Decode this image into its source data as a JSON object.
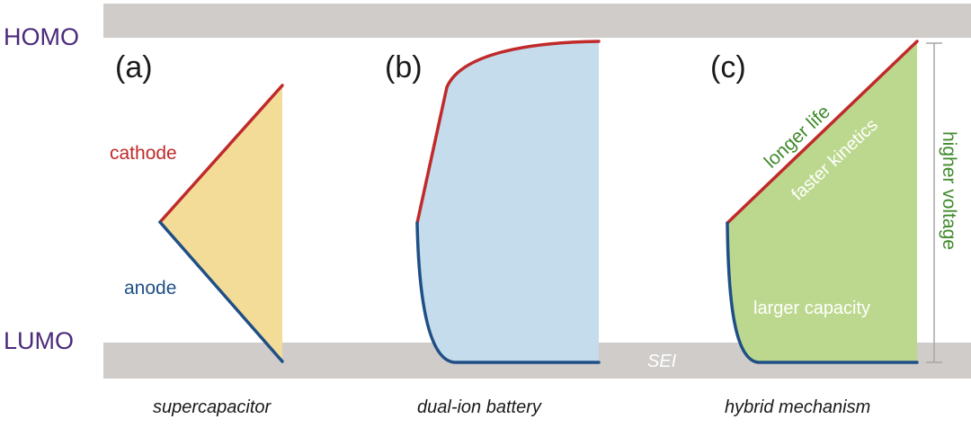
{
  "levels": {
    "homo": "HOMO",
    "lumo": "LUMO",
    "sei": "SEI"
  },
  "panels": {
    "a": {
      "tag": "(a)",
      "cathode": "cathode",
      "anode": "anode",
      "caption": "supercapacitor",
      "fill_color": "#f3dc98"
    },
    "b": {
      "tag": "(b)",
      "caption": "dual-ion battery",
      "fill_color": "#c4dcec"
    },
    "c": {
      "tag": "(c)",
      "diagonal_label": "longer life",
      "inner_diagonal_label": "faster kinetics",
      "capacity_label": "larger capacity",
      "voltage_label": "higher voltage",
      "caption": "hybrid mechanism",
      "fill_color": "#bcd88e"
    }
  },
  "colors": {
    "band": "#cfccca",
    "cathode_line": "#c02a2a",
    "anode_line": "#1f4f86",
    "level_text": "#4b2a7a",
    "label_green": "#3f8a2c",
    "bracket": "#a7a7a7"
  }
}
